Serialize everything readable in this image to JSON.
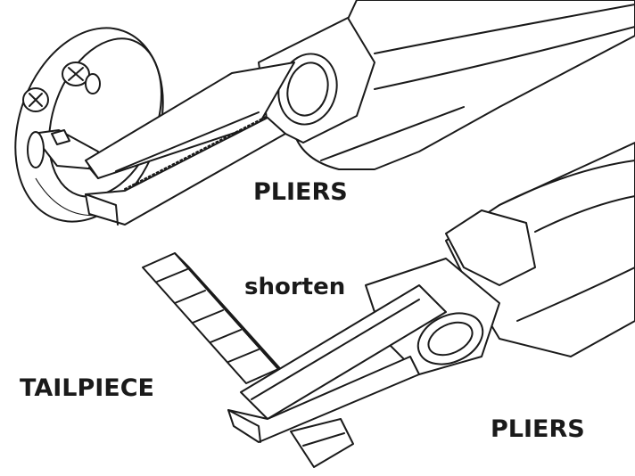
{
  "labels": {
    "pliers_top": "PLIERS",
    "shorten": "shorten",
    "tailpiece": "TAILPIECE",
    "pliers_bottom": "PLIERS"
  },
  "colors": {
    "line": "#1a1a1a",
    "background": "#ffffff"
  }
}
